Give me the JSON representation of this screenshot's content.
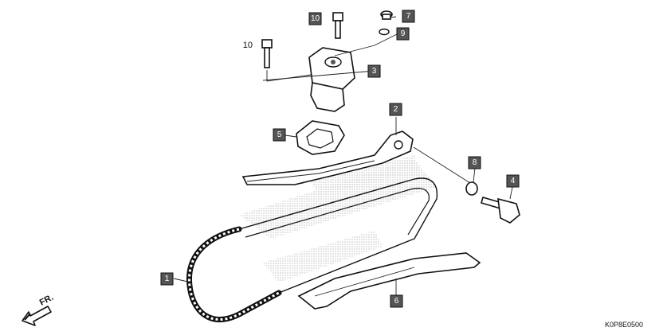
{
  "diagram": {
    "code": "K0P8E0500",
    "direction_label": "FR.",
    "callouts": [
      {
        "id": "callout-1",
        "label": "1"
      },
      {
        "id": "callout-2",
        "label": "2"
      },
      {
        "id": "callout-3",
        "label": "3"
      },
      {
        "id": "callout-4",
        "label": "4"
      },
      {
        "id": "callout-5",
        "label": "5"
      },
      {
        "id": "callout-6",
        "label": "6"
      },
      {
        "id": "callout-7",
        "label": "7"
      },
      {
        "id": "callout-8",
        "label": "8"
      },
      {
        "id": "callout-9",
        "label": "9"
      },
      {
        "id": "callout-10a",
        "label": "10"
      },
      {
        "id": "callout-10b",
        "label": "10"
      }
    ]
  }
}
